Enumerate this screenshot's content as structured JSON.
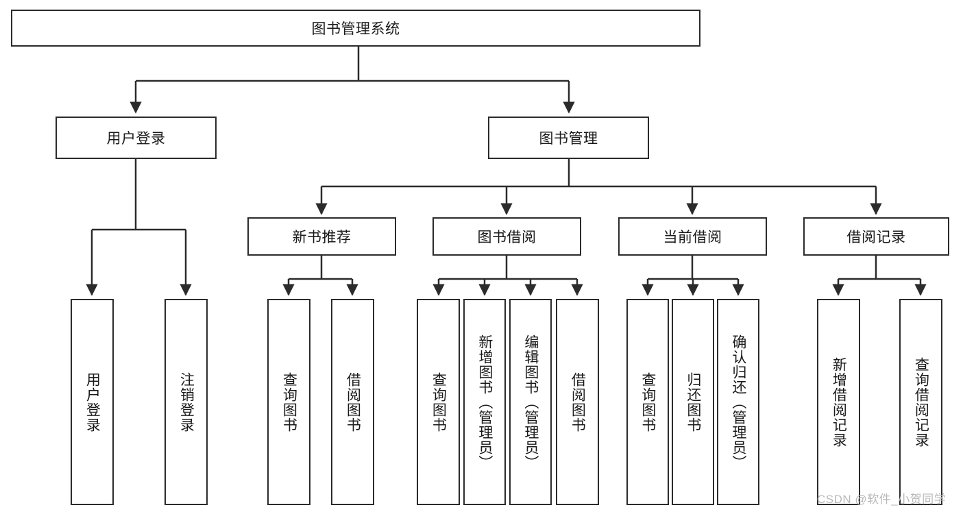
{
  "diagram": {
    "type": "tree",
    "title": "图书管理系统",
    "root": {
      "label": "图书管理系统"
    },
    "level1": [
      {
        "label": "用户登录"
      },
      {
        "label": "图书管理"
      }
    ],
    "level2": [
      {
        "label": "新书推荐"
      },
      {
        "label": "图书借阅"
      },
      {
        "label": "当前借阅"
      },
      {
        "label": "借阅记录"
      }
    ],
    "leaves": {
      "user_login": [
        {
          "label": "用户登录"
        },
        {
          "label": "注销登录"
        }
      ],
      "new_book_recommend": [
        {
          "label": "查询图书"
        },
        {
          "label": "借阅图书"
        }
      ],
      "book_borrow": [
        {
          "label": "查询图书"
        },
        {
          "label": "新增图书（管理员）"
        },
        {
          "label": "编辑图书（管理员）"
        },
        {
          "label": "借阅图书"
        }
      ],
      "current_borrow": [
        {
          "label": "查询图书"
        },
        {
          "label": "归还图书"
        },
        {
          "label": "确认归还（管理员）"
        }
      ],
      "borrow_record": [
        {
          "label": "新增借阅记录"
        },
        {
          "label": "查询借阅记录"
        }
      ]
    },
    "colors": {
      "stroke": "#2b2b2b",
      "fill": "#ffffff",
      "text": "#1a1a1a",
      "watermark": "#b9b9b9"
    }
  },
  "watermark": {
    "text": "CSDN @软件_小贺同学"
  }
}
